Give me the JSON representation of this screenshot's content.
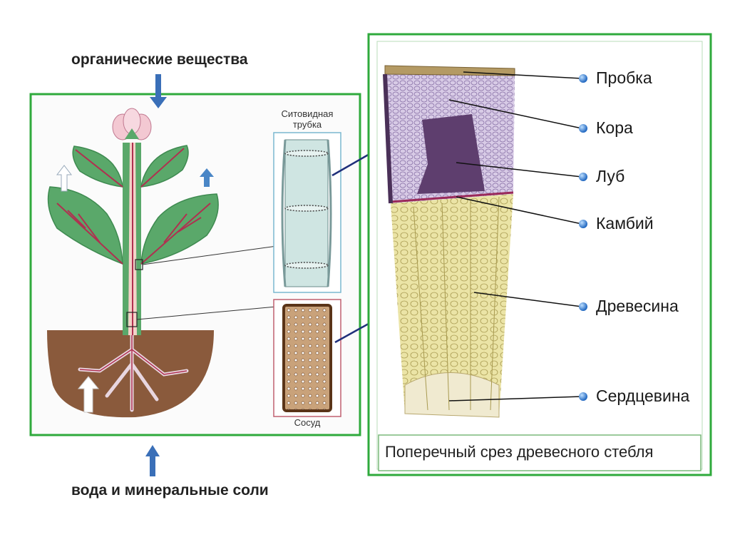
{
  "captions": {
    "top": "органические вещества",
    "bottom": "вода и минеральные соли"
  },
  "plant_panel": {
    "sieve_tube_label_line1": "Ситовидная",
    "sieve_tube_label_line2": "трубка",
    "vessel_label": "Сосуд"
  },
  "stem_section": {
    "title": "Поперечный срез древесного стебля",
    "layers": [
      "Пробка",
      "Кора",
      "Луб",
      "Камбий",
      "Древесина",
      "Сердцевина"
    ]
  },
  "colors": {
    "frame_green": "#2faa3c",
    "arrow_blue": "#3a6fb8",
    "leaf_green": "#5aa86a",
    "vein_red": "#b03050",
    "soil_brown": "#8a5a3c",
    "bark_purple": "#6a4a7a",
    "wood_yellow": "#e6df9c",
    "dot_blue": "#2f7fd6"
  }
}
